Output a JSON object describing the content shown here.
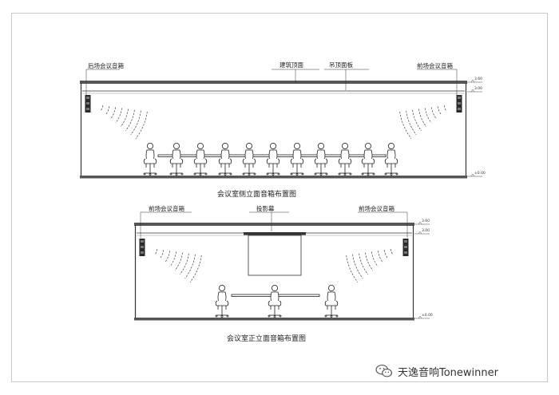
{
  "side_view": {
    "labels": {
      "rear_speaker": "后场会议音箱",
      "building_top": "建筑顶面",
      "ceiling_panel": "吊顶面板",
      "front_speaker": "前场会议音箱"
    },
    "levels": [
      "3.60",
      "3.00",
      "±0.00"
    ],
    "caption": "会议室侧立面音箱布置图"
  },
  "front_view": {
    "labels": {
      "front_speaker_left": "前场会议音箱",
      "projection_screen": "投影幕",
      "front_speaker_right": "前场会议音箱"
    },
    "levels": [
      "3.60",
      "3.00",
      "±0.00"
    ],
    "caption": "会议室正立面音箱布置图"
  },
  "watermark": {
    "text": "天逸音响Tonewinner",
    "icon": "wechat-icon"
  },
  "colors": {
    "line": "#333333",
    "slab": "#555555",
    "frame": "#bbbbbb"
  }
}
